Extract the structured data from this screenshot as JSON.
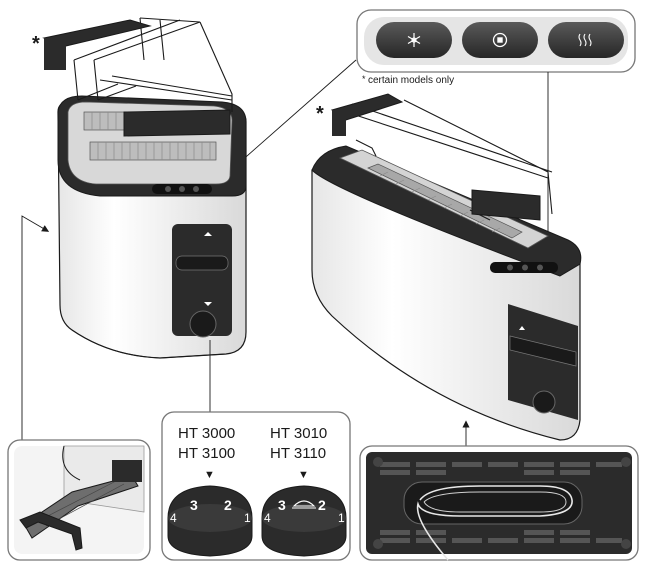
{
  "callouts": {
    "buttons": {
      "note_mark": "*",
      "note": "certain models only",
      "items": [
        {
          "id": "defrost",
          "icon": "snowflake-icon"
        },
        {
          "id": "stop",
          "icon": "stop-icon"
        },
        {
          "id": "reheat",
          "icon": "heat-waves-icon"
        }
      ]
    },
    "dials": {
      "groups": [
        {
          "models": [
            "HT 3000",
            "HT 3100"
          ],
          "dial_numbers": [
            "4",
            "3",
            "2",
            "1"
          ]
        },
        {
          "models": [
            "HT 3010",
            "HT 3110"
          ],
          "dial_numbers": [
            "4",
            "3",
            "2",
            "1"
          ]
        }
      ],
      "pointer": "▼"
    }
  },
  "asterisks": [
    "*",
    "*"
  ],
  "colors": {
    "line": "#1a1a1a",
    "panel_border": "#777777",
    "panel_fill": "#f2f2f2",
    "button_fill": "#3a3a3a",
    "toaster_body": "#ffffff",
    "toaster_top": "#2b2b2b",
    "grid": "#8a8a8a"
  }
}
